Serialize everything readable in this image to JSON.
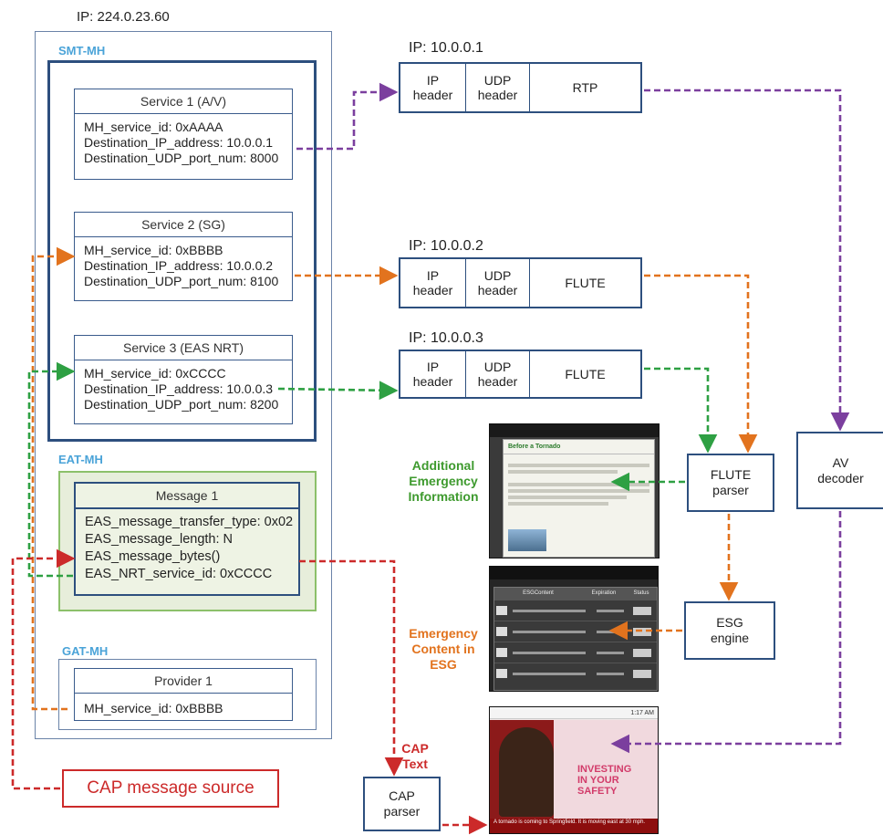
{
  "left_panel": {
    "ip_label": "IP: 224.0.23.60",
    "smt_label": "SMT-MH",
    "eat_label": "EAT-MH",
    "gat_label": "GAT-MH",
    "services": [
      {
        "title": "Service 1 (A/V)",
        "lines": [
          "MH_service_id: 0xAAAA",
          "Destination_IP_address: 10.0.0.1",
          "Destination_UDP_port_num: 8000"
        ]
      },
      {
        "title": "Service 2 (SG)",
        "lines": [
          "MH_service_id: 0xBBBB",
          "Destination_IP_address: 10.0.0.2",
          "Destination_UDP_port_num: 8100"
        ]
      },
      {
        "title": "Service 3 (EAS NRT)",
        "lines": [
          "MH_service_id: 0xCCCC",
          "Destination_IP_address: 10.0.0.3",
          "Destination_UDP_port_num: 8200"
        ]
      }
    ],
    "message": {
      "title": "Message 1",
      "lines": [
        "EAS_message_transfer_type: 0x02",
        "EAS_message_length: N",
        "EAS_message_bytes()",
        "EAS_NRT_service_id: 0xCCCC"
      ]
    },
    "provider": {
      "title": "Provider 1",
      "lines": [
        "MH_service_id: 0xBBBB"
      ]
    }
  },
  "packets": [
    {
      "ip": "IP: 10.0.0.1",
      "ip_header": "IP\nheader",
      "udp_header": "UDP\nheader",
      "payload": "RTP"
    },
    {
      "ip": "IP: 10.0.0.2",
      "ip_header": "IP\nheader",
      "udp_header": "UDP\nheader",
      "payload": "FLUTE"
    },
    {
      "ip": "IP: 10.0.0.3",
      "ip_header": "IP\nheader",
      "udp_header": "UDP\nheader",
      "payload": "FLUTE"
    }
  ],
  "processors": {
    "flute_parser": "FLUTE\nparser",
    "esg_engine": "ESG\nengine",
    "av_decoder": "AV\ndecoder",
    "cap_parser": "CAP\nparser"
  },
  "cap_source": "CAP message source",
  "annotations": {
    "additional_info": "Additional\nEmergency\nInformation",
    "emergency_content": "Emergency\nContent in\nESG",
    "cap_text": "CAP\nText"
  },
  "screens": {
    "info_title": "Before a Tornado",
    "esg_headers": [
      "ESGContent",
      "Expiration",
      "Status"
    ],
    "video_status": "1:17 AM",
    "video_overlay": "INVESTING\nIN YOUR\nSAFETY",
    "ticker": "A tornado is coming to Springfield. It is moving east at 30 mph."
  },
  "colors": {
    "av": "#7b3f9e",
    "sg": "#e2731e",
    "eas": "#2ea043",
    "cap": "#cc2a2a",
    "border": "#2d4f7e",
    "section": "#4aa3d8",
    "eat_fill": "#e7eedb",
    "eat_border": "#8cc06a"
  }
}
